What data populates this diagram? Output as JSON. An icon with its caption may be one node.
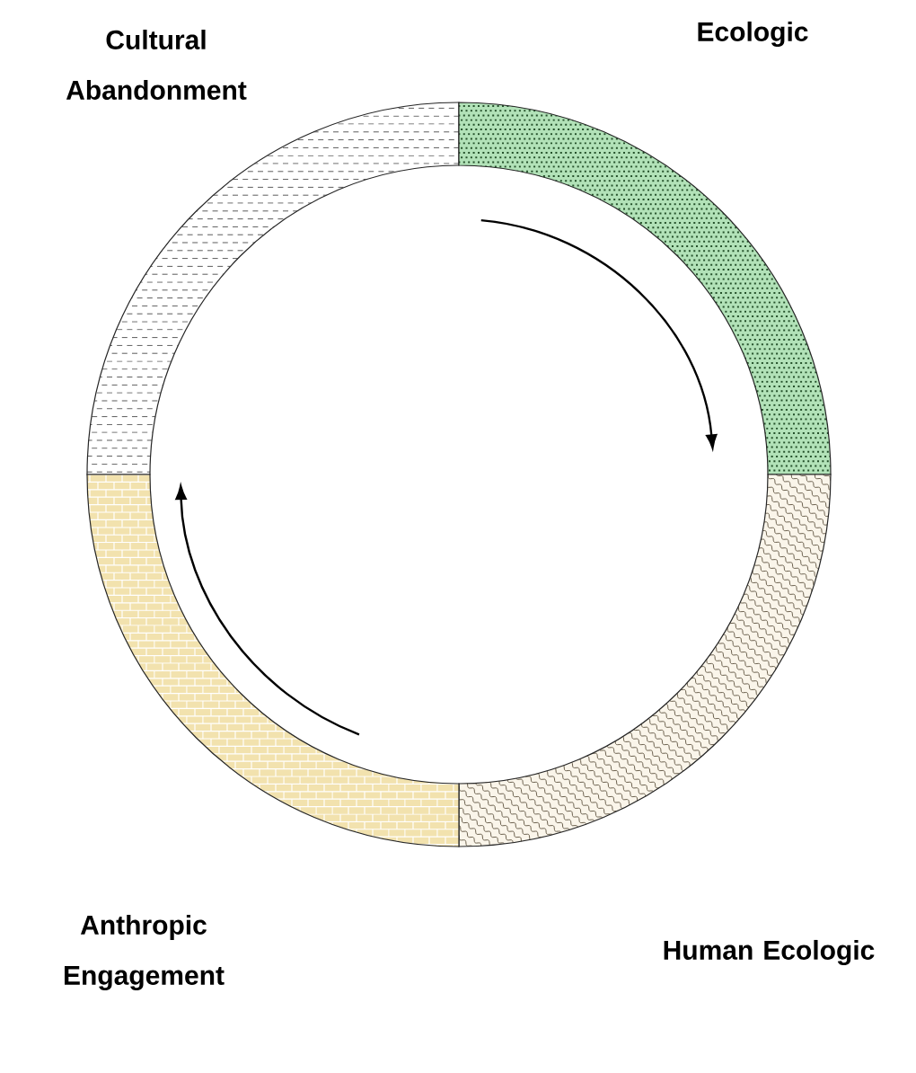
{
  "diagram": {
    "nodes": [
      {
        "text": [
          "Cultural Abandonment"
        ]
      },
      {
        "text": [
          "Ecologic"
        ]
      },
      {
        "text": [
          "Human Ecologic"
        ]
      },
      {
        "text": [
          "Anthropic Engagement"
        ]
      }
    ]
  }
}
